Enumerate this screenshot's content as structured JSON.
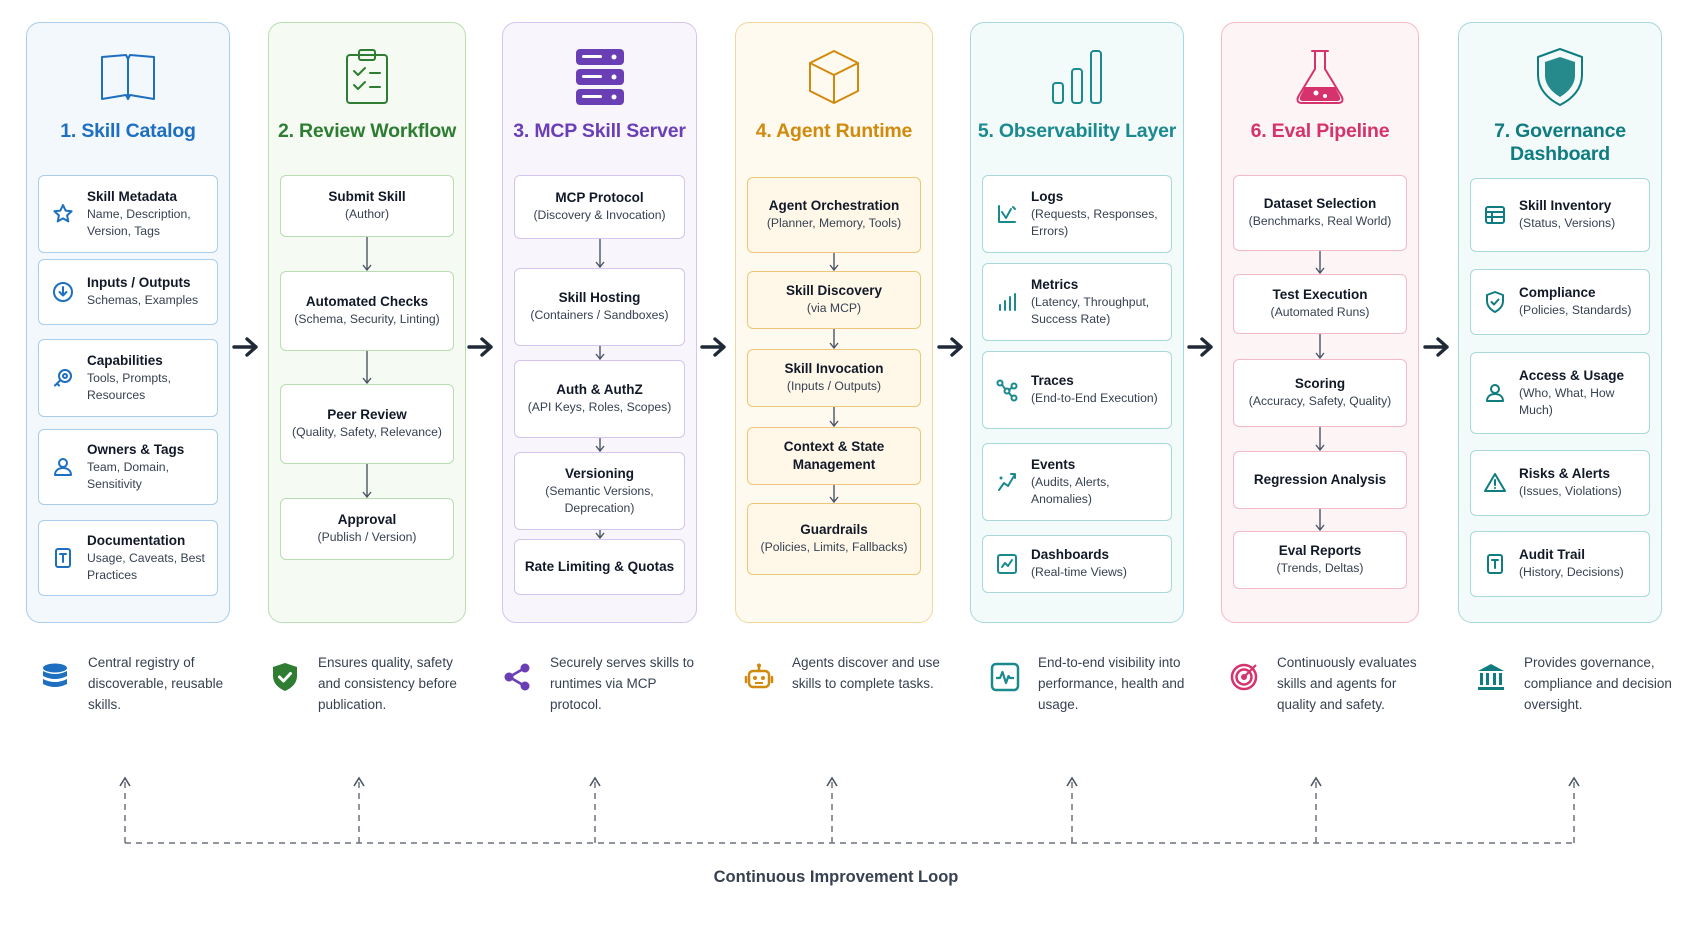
{
  "columns": [
    {
      "title": "1. Skill Catalog",
      "icon": "open-book-icon",
      "accent": "#1e6fbf",
      "bg": "#f3f8fd",
      "border": "#a9cdea",
      "card_border": "#a9cdea",
      "cards": [
        {
          "title": "Skill Metadata",
          "desc": "Name, Description, Version, Tags",
          "icon": "star-icon"
        },
        {
          "title": "Inputs / Outputs",
          "desc": "Schemas, Examples",
          "icon": "download-circle-icon"
        },
        {
          "title": "Capabilities",
          "desc": "Tools, Prompts, Resources",
          "icon": "puzzle-icon"
        },
        {
          "title": "Owners & Tags",
          "desc": "Team, Domain, Sensitivity",
          "icon": "user-icon"
        },
        {
          "title": "Documentation",
          "desc": "Usage, Caveats, Best Practices",
          "icon": "document-icon"
        }
      ]
    },
    {
      "title": "2. Review Workflow",
      "icon": "clipboard-check-icon",
      "accent": "#2e7d32",
      "bg": "#f5fbf3",
      "border": "#b9dcb2",
      "card_border": "#b9dcb2",
      "cards": [
        {
          "title": "Submit Skill",
          "desc": "(Author)"
        },
        {
          "title": "Automated Checks",
          "desc": "(Schema, Security, Linting)"
        },
        {
          "title": "Peer Review",
          "desc": "(Quality, Safety, Relevance)"
        },
        {
          "title": "Approval",
          "desc": "(Publish / Version)"
        }
      ]
    },
    {
      "title": "3. MCP Skill Server",
      "icon": "server-icon",
      "accent": "#6a3fb5",
      "bg": "#f8f5fd",
      "border": "#d3c5ee",
      "card_border": "#d3c5ee",
      "cards": [
        {
          "title": "MCP Protocol",
          "desc": "(Discovery & Invocation)"
        },
        {
          "title": "Skill Hosting",
          "desc": "(Containers / Sandboxes)"
        },
        {
          "title": "Auth & AuthZ",
          "desc": "(API Keys, Roles, Scopes)"
        },
        {
          "title": "Versioning",
          "desc": "(Semantic Versions, Deprecation)"
        },
        {
          "title": "Rate Limiting & Quotas",
          "desc": ""
        }
      ]
    },
    {
      "title": "4. Agent Runtime",
      "icon": "cube-icon",
      "accent": "#d08a0e",
      "bg": "#fffaf0",
      "border": "#f2d69c",
      "card_border": "#ebc877",
      "card_bg": "#fff8e8",
      "cards": [
        {
          "title": "Agent Orchestration",
          "desc": "(Planner, Memory, Tools)"
        },
        {
          "title": "Skill Discovery",
          "desc": "(via MCP)"
        },
        {
          "title": "Skill Invocation",
          "desc": "(Inputs / Outputs)"
        },
        {
          "title": "Context & State Management",
          "desc": ""
        },
        {
          "title": "Guardrails",
          "desc": "(Policies, Limits, Fallbacks)"
        }
      ]
    },
    {
      "title": "5. Observability Layer",
      "icon": "bar-chart-icon",
      "accent": "#1b8a8f",
      "bg": "#f2fafa",
      "border": "#a8d8da",
      "card_border": "#a8d8da",
      "cards": [
        {
          "title": "Logs",
          "desc": "(Requests, Responses, Errors)",
          "icon": "logs-icon"
        },
        {
          "title": "Metrics",
          "desc": "(Latency, Throughput, Success Rate)",
          "icon": "metrics-bars-icon"
        },
        {
          "title": "Traces",
          "desc": "(End-to-End Execution)",
          "icon": "trace-nodes-icon"
        },
        {
          "title": "Events",
          "desc": "(Audits, Alerts, Anomalies)",
          "icon": "events-icon"
        },
        {
          "title": "Dashboards",
          "desc": "(Real-time Views)",
          "icon": "dashboard-icon"
        }
      ]
    },
    {
      "title": "6. Eval Pipeline",
      "icon": "flask-icon",
      "accent": "#d6336c",
      "bg": "#fdf4f6",
      "border": "#f2b9c7",
      "card_border": "#f2b9c7",
      "cards": [
        {
          "title": "Dataset Selection",
          "desc": "(Benchmarks, Real World)"
        },
        {
          "title": "Test Execution",
          "desc": "(Automated Runs)"
        },
        {
          "title": "Scoring",
          "desc": "(Accuracy, Safety, Quality)"
        },
        {
          "title": "Regression Analysis",
          "desc": ""
        },
        {
          "title": "Eval Reports",
          "desc": "(Trends, Deltas)"
        }
      ]
    },
    {
      "title": "7. Governance Dashboard",
      "icon": "shield-icon",
      "accent": "#0f7c80",
      "bg": "#f2fafa",
      "border": "#a8d8da",
      "card_border": "#a8d8da",
      "cards": [
        {
          "title": "Skill Inventory",
          "desc": "(Status, Versions)",
          "icon": "inventory-icon"
        },
        {
          "title": "Compliance",
          "desc": "(Policies, Standards)",
          "icon": "shield-check-icon"
        },
        {
          "title": "Access & Usage",
          "desc": "(Who, What, How Much)",
          "icon": "user-icon"
        },
        {
          "title": "Risks & Alerts",
          "desc": "(Issues, Violations)",
          "icon": "warning-icon"
        },
        {
          "title": "Audit Trail",
          "desc": "(History, Decisions)",
          "icon": "document-icon"
        }
      ]
    }
  ],
  "footer": [
    {
      "text": "Central registry of discoverable, reusable skills.",
      "icon": "database-icon",
      "color": "#1e6fbf"
    },
    {
      "text": "Ensures quality, safety and consistency before publication.",
      "icon": "shield-check-icon",
      "color": "#2e7d32"
    },
    {
      "text": "Securely serves skills to runtimes via MCP protocol.",
      "icon": "share-icon",
      "color": "#6a3fb5"
    },
    {
      "text": "Agents discover and use skills to complete tasks.",
      "icon": "robot-icon",
      "color": "#d08a0e"
    },
    {
      "text": "End-to-end visibility into performance, health and usage.",
      "icon": "pulse-monitor-icon",
      "color": "#1b8a8f"
    },
    {
      "text": "Continuously evaluates skills and agents for quality and safety.",
      "icon": "target-icon",
      "color": "#d6336c"
    },
    {
      "text": "Provides governance, compliance and decision oversight.",
      "icon": "bank-icon",
      "color": "#0f7c80"
    }
  ],
  "loop_label": "Continuous Improvement Loop"
}
